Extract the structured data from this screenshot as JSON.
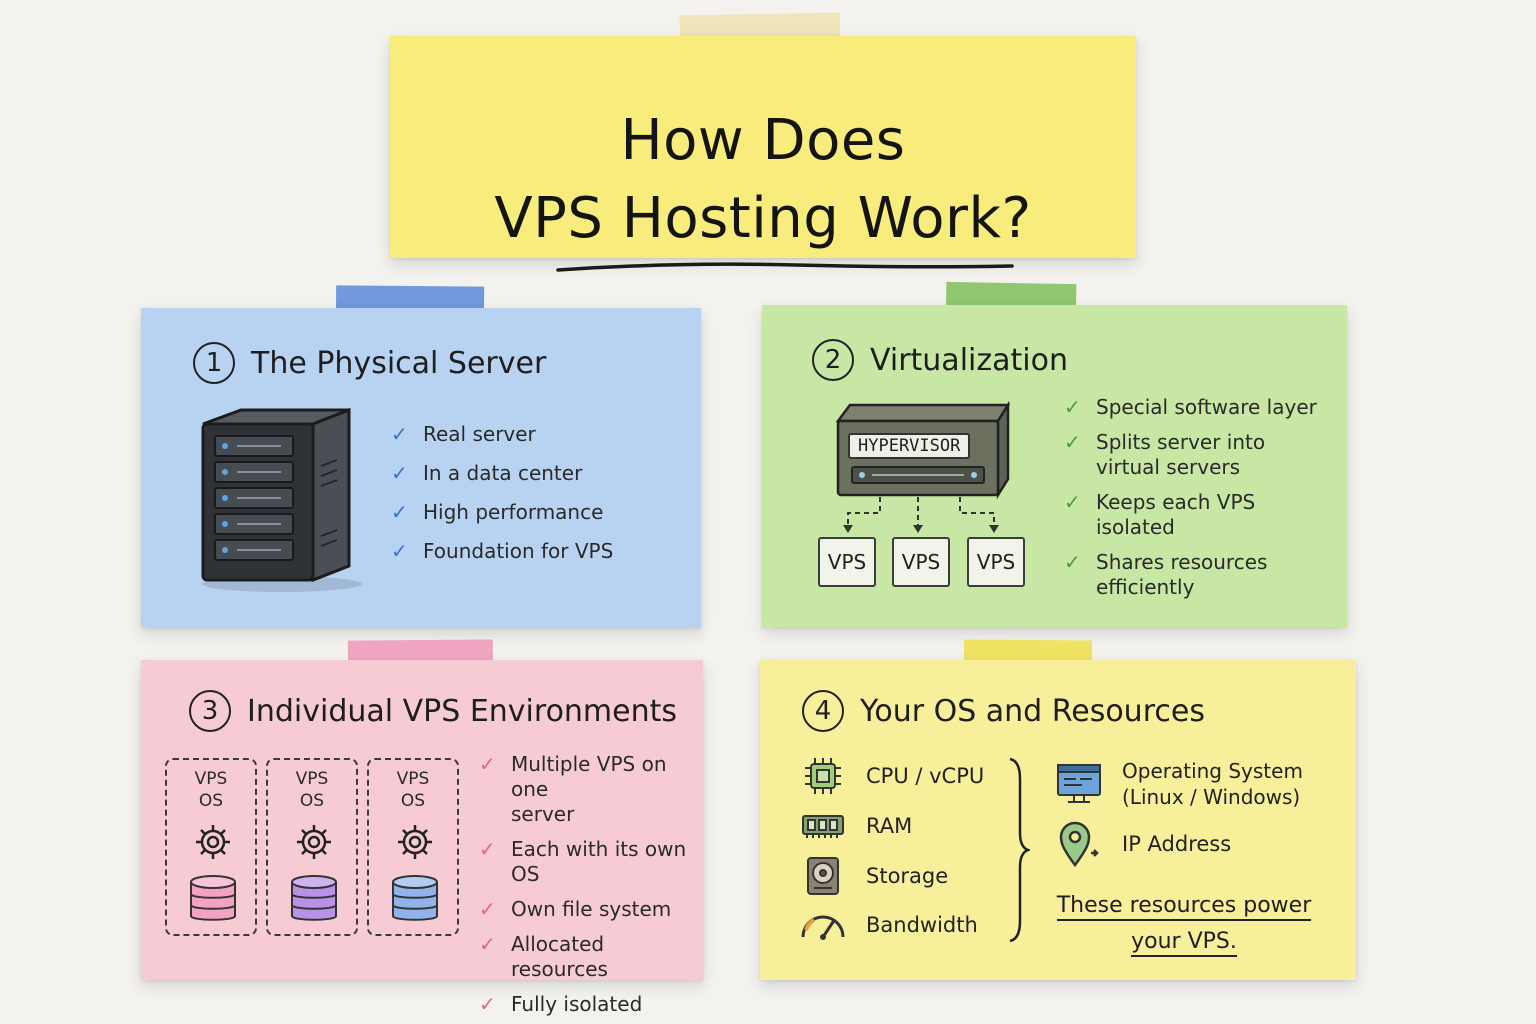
{
  "title": {
    "line1": "How Does",
    "line2": "VPS Hosting Work?"
  },
  "panels": [
    {
      "number": "1",
      "title": "The Physical Server",
      "items": [
        "Real server",
        "In a data center",
        "High performance",
        "Foundation for VPS"
      ]
    },
    {
      "number": "2",
      "title": "Virtualization",
      "hypervisor_label": "HYPERVISOR",
      "vps_boxes": [
        "VPS",
        "VPS",
        "VPS"
      ],
      "items": [
        [
          "Special software layer"
        ],
        [
          "Splits server into",
          "virtual servers"
        ],
        [
          "Keeps each VPS",
          "isolated"
        ],
        [
          "Shares resources",
          "efficiently"
        ]
      ]
    },
    {
      "number": "3",
      "title": "Individual VPS Environments",
      "environments": [
        {
          "top": "VPS",
          "bottom": "OS",
          "db_color": "#f2a3c2"
        },
        {
          "top": "VPS",
          "bottom": "OS",
          "db_color": "#b892e6"
        },
        {
          "top": "VPS",
          "bottom": "OS",
          "db_color": "#8fb3ea"
        }
      ],
      "items": [
        [
          "Multiple VPS on one",
          "server"
        ],
        [
          "Each with its own OS"
        ],
        [
          "Own file system"
        ],
        [
          "Allocated resources"
        ],
        [
          "Fully isolated"
        ]
      ]
    },
    {
      "number": "4",
      "title": "Your OS and Resources",
      "resources": [
        "CPU / vCPU",
        "RAM",
        "Storage",
        "Bandwidth"
      ],
      "os_line1": "Operating System",
      "os_line2": "(Linux / Windows)",
      "ip": "IP Address",
      "power_line1": "These resources power",
      "power_line2": "your VPS."
    }
  ],
  "colors": {
    "title_note": "#f8ec7c",
    "panel1": "#b8d3f2",
    "panel2": "#c8e6a4",
    "panel3": "#f7cbd4",
    "panel4": "#f8ef9a",
    "check_blue": "#3b72c8",
    "check_green": "#4f9a3c",
    "check_pink": "#e3668e"
  }
}
